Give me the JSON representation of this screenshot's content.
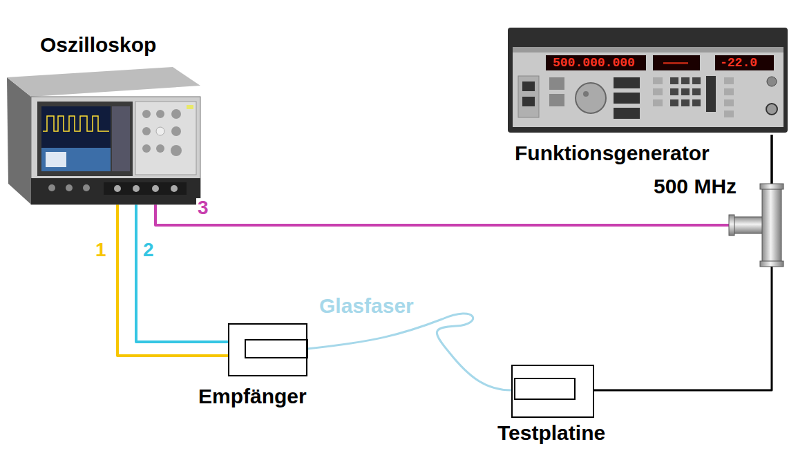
{
  "diagram": {
    "nodes": [
      {
        "text": [
          "Oszilloskop"
        ]
      },
      {
        "text": [
          "Funktionsgenerator",
          "500 MHz"
        ]
      },
      {
        "text": [
          "Empfänger"
        ]
      },
      {
        "text": [
          "Testplatine"
        ]
      }
    ],
    "edges": [
      {
        "from": 0,
        "to": 2,
        "arrow": "none",
        "label": "1"
      },
      {
        "from": 0,
        "to": 2,
        "arrow": "none",
        "label": "2"
      },
      {
        "from": 0,
        "to": 1,
        "arrow": "none",
        "label": "3"
      },
      {
        "from": 1,
        "to": 3,
        "arrow": "none"
      },
      {
        "from": 3,
        "to": 2,
        "arrow": "none",
        "label": "Glasfaser"
      }
    ],
    "labels": [
      "500.000.000",
      "-22.0"
    ]
  }
}
